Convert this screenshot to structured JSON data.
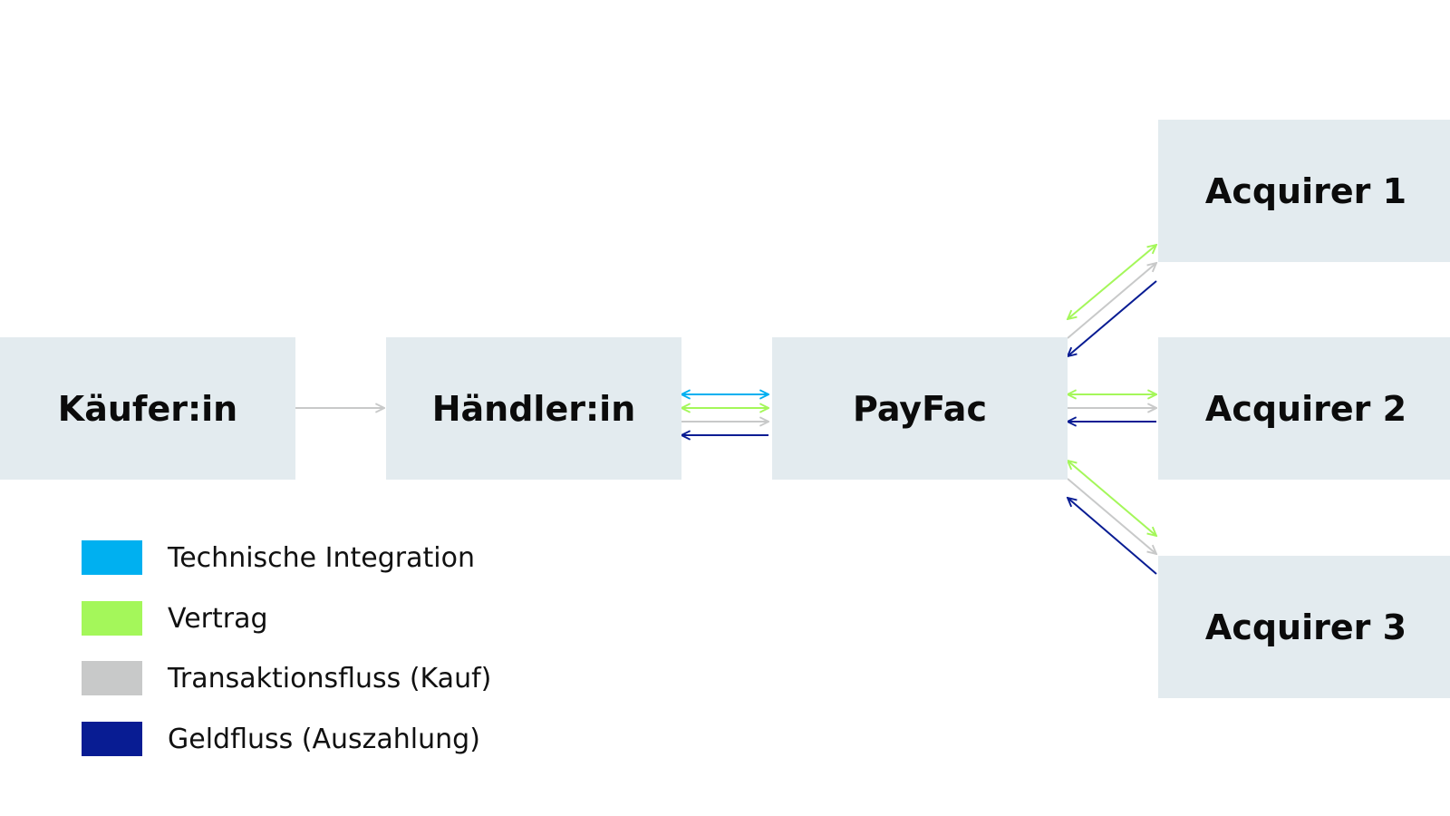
{
  "nodes": {
    "buyer": "Käufer:in",
    "merchant": "Händler:in",
    "payfac": "PayFac",
    "acquirer1": "Acquirer 1",
    "acquirer2": "Acquirer 2",
    "acquirer3": "Acquirer 3"
  },
  "legend": [
    {
      "label": "Technische Integration",
      "color": "#00b0f0"
    },
    {
      "label": "Vertrag",
      "color": "#a4f75a"
    },
    {
      "label": "Transaktionsfluss (Kauf)",
      "color": "#c8c9c9"
    },
    {
      "label": "Geldfluss (Auszahlung)",
      "color": "#081c93"
    }
  ],
  "colors": {
    "box": "#e3ebef",
    "technical": "#00b0f0",
    "contract": "#a4f75a",
    "transaction": "#c8c9c9",
    "money": "#081c93"
  }
}
